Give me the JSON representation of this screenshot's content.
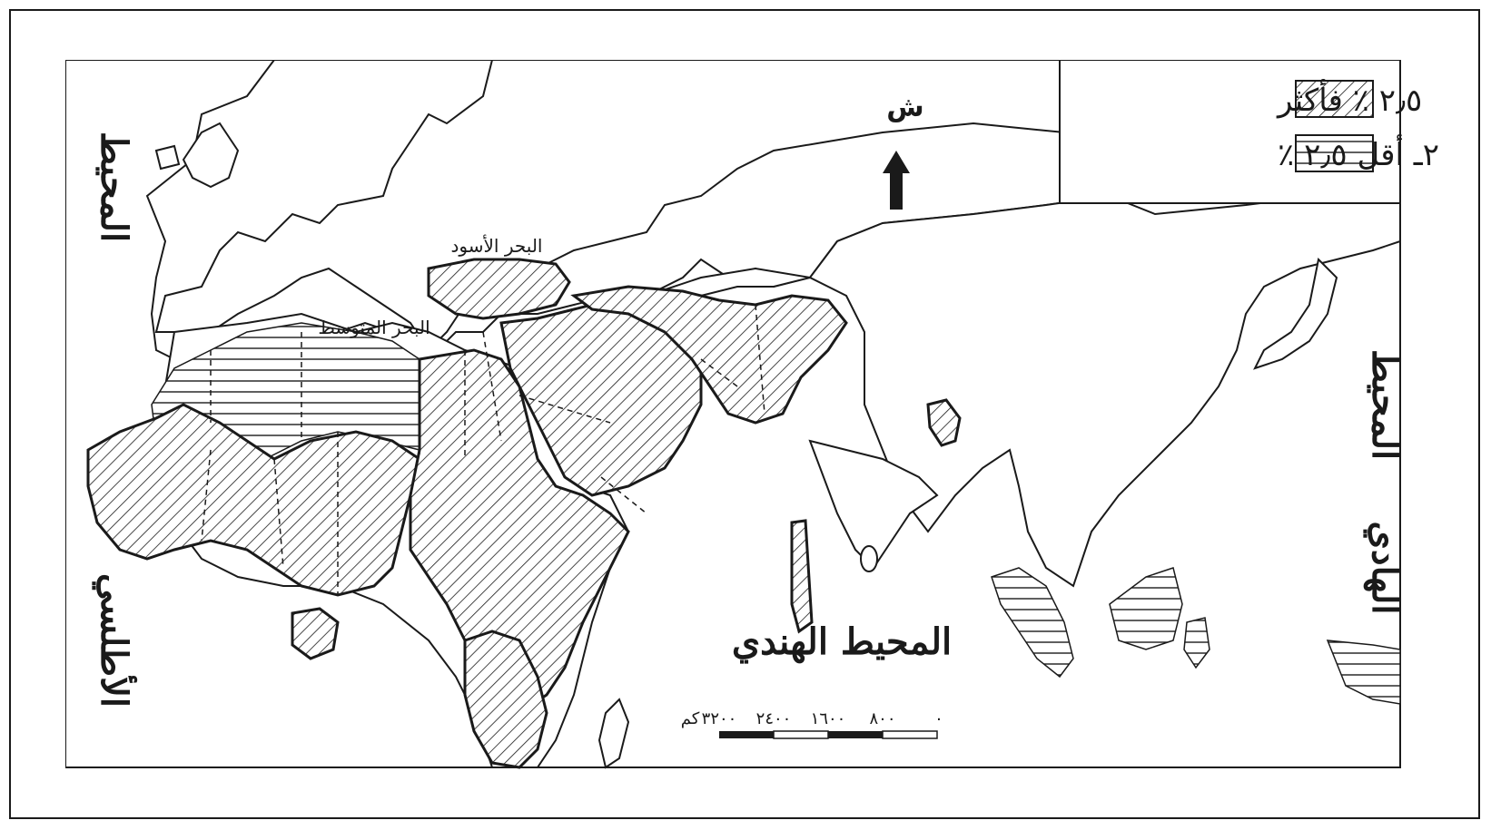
{
  "legend": {
    "items": [
      {
        "label": "٢٫٥ ٪ فأكثر",
        "pattern": "diagonal"
      },
      {
        "label": "٢ـ أقل ٢٫٥ ٪",
        "pattern": "horizontal"
      }
    ]
  },
  "north_label": "ش",
  "labels": {
    "atlantic_top": "المحيط",
    "atlantic_bottom": "الأطلسي",
    "pacific_top": "المحيط",
    "pacific_bottom": "الهادي",
    "indian": "المحيط الهندي",
    "mediterranean": "البحر المتوسط",
    "black_sea": "البحر الأسود"
  },
  "scale": {
    "unit": "كم",
    "ticks": [
      "٠",
      "٨٠٠",
      "١٦٠٠",
      "٢٤٠٠",
      "٣٢٠٠"
    ]
  },
  "colors": {
    "ink": "#1a1a1a",
    "paper": "#ffffff"
  }
}
